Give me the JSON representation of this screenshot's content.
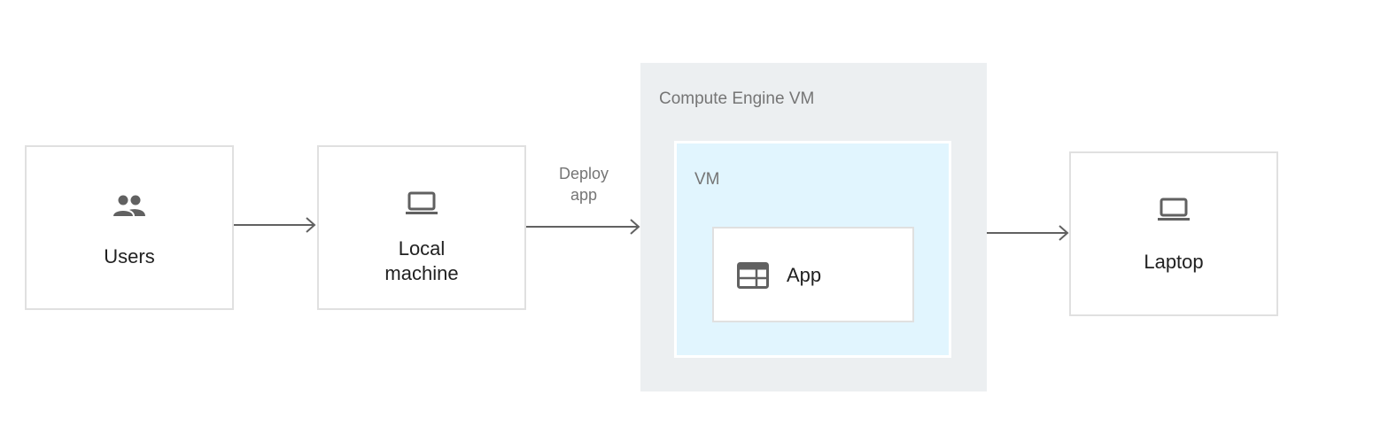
{
  "nodes": {
    "users": {
      "label": "Users",
      "icon": "people-icon"
    },
    "local_machine": {
      "label_line1": "Local",
      "label_line2": "machine",
      "icon": "laptop-icon"
    },
    "laptop": {
      "label": "Laptop",
      "icon": "laptop-icon"
    }
  },
  "groups": {
    "compute_engine": {
      "label": "Compute Engine VM"
    },
    "vm": {
      "label": "VM"
    },
    "app": {
      "label": "App",
      "icon": "web-app-icon"
    }
  },
  "edges": {
    "deploy_label_line1": "Deploy",
    "deploy_label_line2": "app"
  },
  "colors": {
    "group_background": "#eceff1",
    "vm_background": "#e1f5fe",
    "node_border": "#e0e0e0",
    "icon": "#616161",
    "connector": "#616161",
    "secondary_text": "#757575"
  }
}
